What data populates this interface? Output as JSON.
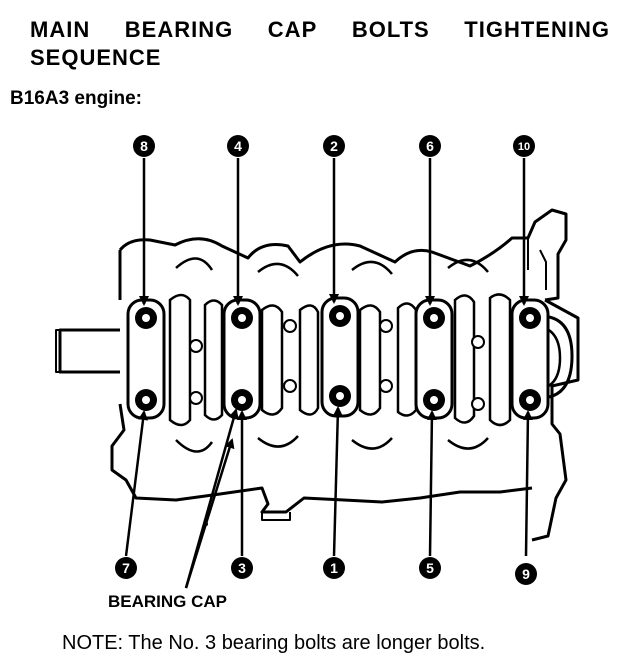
{
  "title": {
    "line1_words": [
      "MAIN",
      "BEARING",
      "CAP",
      "BOLTS",
      "TIGHTENING"
    ],
    "line2": "SEQUENCE"
  },
  "subtitle": "B16A3 engine:",
  "sequence_labels": {
    "top": [
      "8",
      "4",
      "2",
      "6",
      "10"
    ],
    "bottom": [
      "7",
      "3",
      "1",
      "5",
      "9"
    ]
  },
  "callout": "BEARING CAP",
  "note": "NOTE:  The No. 3 bearing bolts are longer bolts."
}
